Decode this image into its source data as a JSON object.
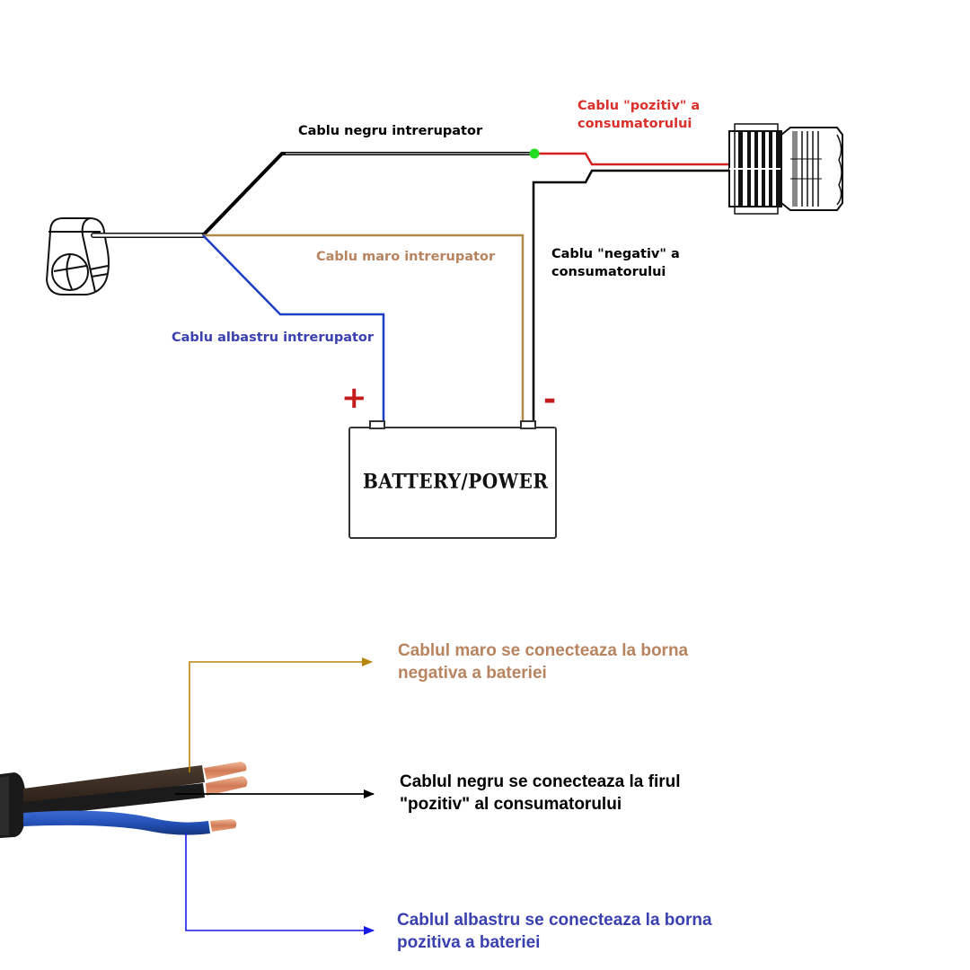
{
  "colors": {
    "black_wire": "#000000",
    "brown_wire": "#b08a4a",
    "blue_wire": "#1f3fc4",
    "red_wire": "#d42020",
    "junction": "#22dd22",
    "label_red": "#d9302c",
    "label_brown": "#b88460",
    "label_blue": "#3a40b0",
    "sign_red": "#c41c1c"
  },
  "top_diagram": {
    "labels": {
      "black_switch": "Cablu negru intrerupator",
      "brown_switch": "Cablu maro intrerupator",
      "blue_switch": "Cablu albastru intrerupator",
      "consumer_positive": "Cablu \"pozitiv\" a\nconsumatorului",
      "consumer_negative": "Cablu \"negativ\" a\nconsumatorului"
    },
    "battery": {
      "label": "BATTERY/POWER",
      "plus_sign": "+",
      "minus_sign": "-"
    },
    "icons": {
      "switch": "handlebar-switch-icon",
      "load": "led-light-icon"
    }
  },
  "bottom_diagram": {
    "labels": {
      "brown": "Cablul maro se conecteaza la borna\nnegativa a bateriei",
      "black": "Cablul negru se conecteaza la firul\n\"pozitiv\" al consumatorului",
      "blue": "Cablul albastru se conecteaza la borna\npozitiva a bateriei"
    },
    "icons": {
      "cable": "three-core-cable-icon"
    }
  }
}
